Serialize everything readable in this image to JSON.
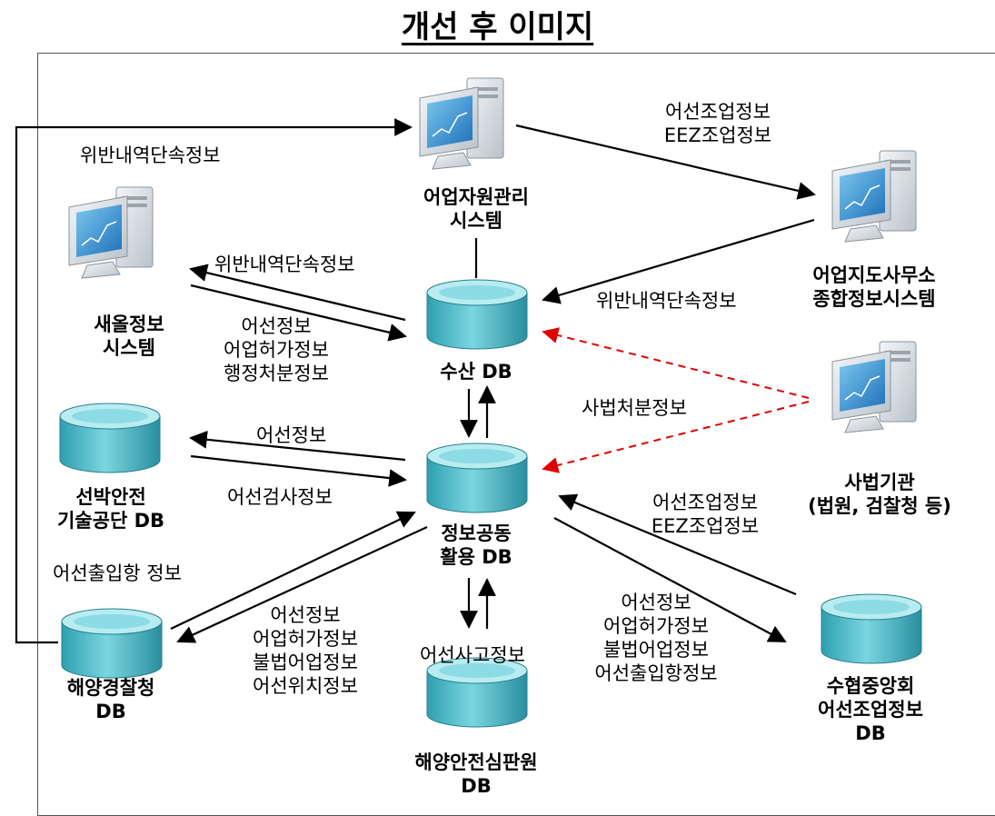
{
  "title": "개선 후 이미지",
  "nodes": {
    "fishery_resource": {
      "lines": [
        "어업자원관리",
        "시스템"
      ]
    },
    "guidance_office": {
      "lines": [
        "어업지도사무소",
        "종합정보시스템"
      ]
    },
    "saeol": {
      "lines": [
        "새올정보",
        "시스템"
      ]
    },
    "fisheries_db": {
      "lines": [
        "수산 DB"
      ]
    },
    "ship_safety": {
      "lines": [
        "선박안전",
        "기술공단 DB"
      ]
    },
    "shared_db": {
      "lines": [
        "정보공동",
        "활용 DB"
      ]
    },
    "judicial": {
      "lines": [
        "사법기관",
        "(법원, 검찰청 등)"
      ]
    },
    "coast_guard": {
      "lines": [
        "해양경찰청",
        "DB"
      ]
    },
    "nfcf": {
      "lines": [
        "수협중앙회",
        "어선조업정보",
        "DB"
      ]
    },
    "kmst": {
      "lines": [
        "해양안전심판원",
        "DB"
      ]
    }
  },
  "edges": {
    "violation_top": "위반내역단속정보",
    "op_to_office": [
      "어선조업정보",
      "EEZ조업정보"
    ],
    "violation_office": "위반내역단속정보",
    "violation_saeol": "위반내역단속정보",
    "saeol_info": [
      "어선정보",
      "어업허가정보",
      "행정처분정보"
    ],
    "judicial_info": "사법처분정보",
    "vessel_info": "어선정보",
    "inspection_info": "어선검사정보",
    "port_info": "어선출입항 정보",
    "coast_guard_info": [
      "어선정보",
      "어업허가정보",
      "불법어업정보",
      "어선위치정보"
    ],
    "accident_info": "어선사고정보",
    "nfcf_op": [
      "어선조업정보",
      "EEZ조업정보"
    ],
    "nfcf_info": [
      "어선정보",
      "어업허가정보",
      "불법어업정보",
      "어선출입항정보"
    ]
  },
  "colors": {
    "db_fill": "#5fc3d0",
    "db_top": "#a8e3ea",
    "arrow": "#000000",
    "dashed": "#e00000"
  },
  "icons": {
    "computer": "computer-icon",
    "database": "database-icon"
  }
}
